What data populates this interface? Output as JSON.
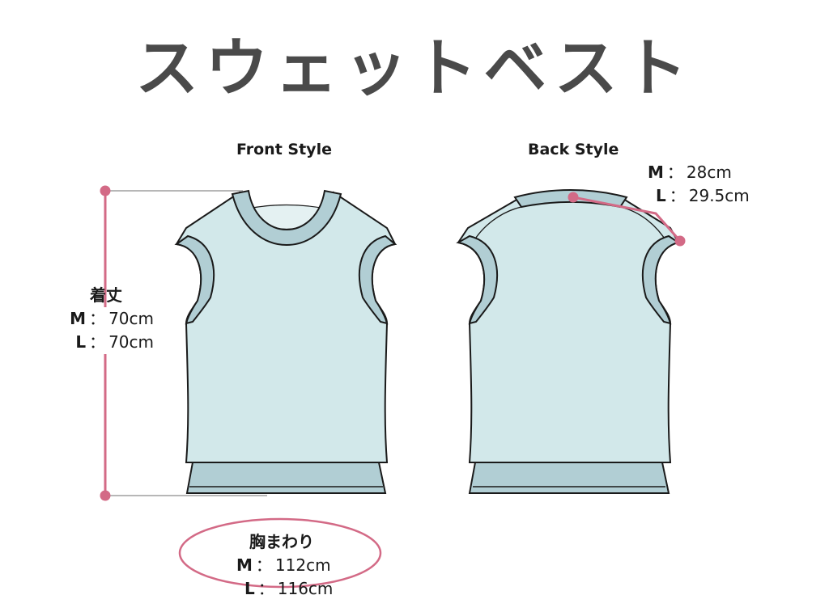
{
  "title": "スウェットベスト",
  "views": {
    "front": "Front Style",
    "back": "Back Style"
  },
  "length": {
    "label": "着丈",
    "m_size": "M",
    "m_value": "70cm",
    "l_size": "L",
    "l_value": "70cm"
  },
  "shoulder": {
    "m_size": "M",
    "m_value": "28cm",
    "l_size": "L",
    "l_value": "29.5cm"
  },
  "chest": {
    "label": "胸まわり",
    "m_size": "M",
    "m_value": "112cm",
    "l_size": "L",
    "l_value": "116cm"
  },
  "separator": "：",
  "colors": {
    "body_fill": "#d2e8ea",
    "rib_fill": "#b1ced4",
    "outline": "#1a1a1a",
    "accent": "#d36a86",
    "title": "#4a4a4a"
  }
}
